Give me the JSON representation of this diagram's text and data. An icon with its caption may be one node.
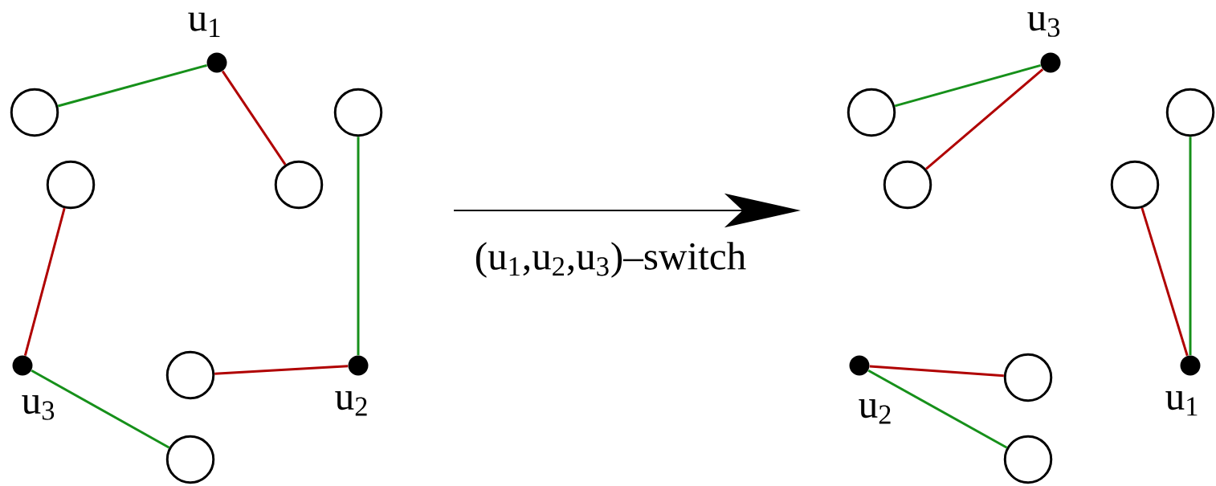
{
  "diagram": {
    "nodes": [
      {
        "text": [],
        "shape": "circle",
        "beside": [
          "u$_{1}$"
        ]
      },
      {
        "text": [],
        "shape": "circle"
      },
      {
        "text": [],
        "shape": "circle"
      },
      {
        "text": [],
        "shape": "circle"
      },
      {
        "text": [],
        "shape": "circle"
      },
      {
        "text": [],
        "shape": "circle",
        "beside": [
          "u$_{3}$"
        ]
      },
      {
        "text": [],
        "shape": "circle"
      },
      {
        "text": [],
        "shape": "circle",
        "beside": [
          "u$_{2}$"
        ]
      },
      {
        "text": [],
        "shape": "circle"
      },
      {
        "text": [],
        "shape": "circle"
      },
      {
        "text": [],
        "shape": "circle",
        "beside": [
          "u$_{3}$"
        ]
      },
      {
        "text": [],
        "shape": "circle"
      },
      {
        "text": [],
        "shape": "circle"
      },
      {
        "text": [],
        "shape": "circle",
        "beside": [
          "u$_{2}$"
        ]
      },
      {
        "text": [],
        "shape": "circle"
      },
      {
        "text": [],
        "shape": "circle"
      },
      {
        "text": [],
        "shape": "circle"
      },
      {
        "text": [],
        "shape": "circle",
        "beside": [
          "u$_{1}$"
        ]
      }
    ],
    "edges": [
      {
        "from": 0,
        "to": 1,
        "arrow": "none",
        "color": "#16901a"
      },
      {
        "from": 0,
        "to": 3,
        "arrow": "none",
        "color": "#b00000"
      },
      {
        "from": 4,
        "to": 5,
        "arrow": "none",
        "color": "#b00000"
      },
      {
        "from": 5,
        "to": 8,
        "arrow": "none",
        "color": "#16901a"
      },
      {
        "from": 6,
        "to": 7,
        "arrow": "none",
        "color": "#b00000"
      },
      {
        "from": 2,
        "to": 7,
        "arrow": "none",
        "color": "#16901a"
      },
      {
        "from": 10,
        "to": 9,
        "arrow": "none",
        "color": "#16901a"
      },
      {
        "from": 10,
        "to": 12,
        "arrow": "none",
        "color": "#b00000"
      },
      {
        "from": 13,
        "to": 14,
        "arrow": "none",
        "color": "#b00000"
      },
      {
        "from": 13,
        "to": 15,
        "arrow": "none",
        "color": "#16901a"
      },
      {
        "from": 11,
        "to": 17,
        "arrow": "none",
        "color": "#16901a"
      },
      {
        "from": 16,
        "to": 17,
        "arrow": "none",
        "color": "#b00000"
      }
    ],
    "labels": [
      "(u$_{1}$,u$_{2}$,u$_{3}$)–switch"
    ]
  }
}
